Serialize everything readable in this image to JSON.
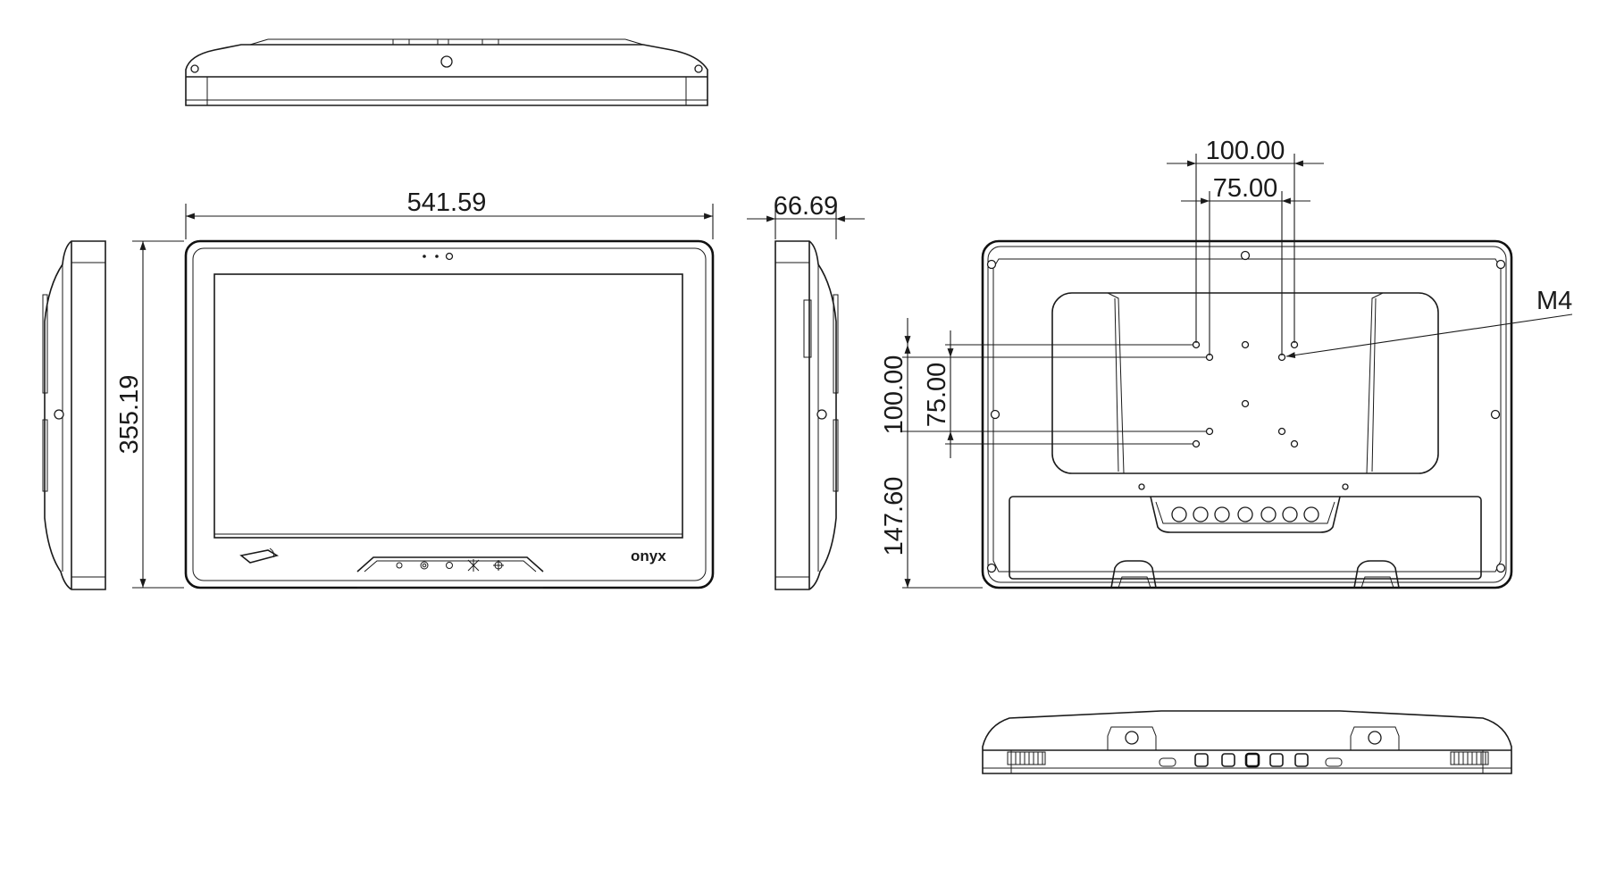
{
  "dimensions": {
    "front_width": "541.59",
    "front_height": "355.19",
    "side_depth": "66.69",
    "vesa_outer": "100.00",
    "vesa_inner": "75.00",
    "vesa_vertical_outer": "100.00",
    "vesa_vertical_inner": "75.00",
    "vesa_bottom_offset": "147.60"
  },
  "labels": {
    "screw_thread": "M4",
    "brand_logo": "onyx"
  }
}
